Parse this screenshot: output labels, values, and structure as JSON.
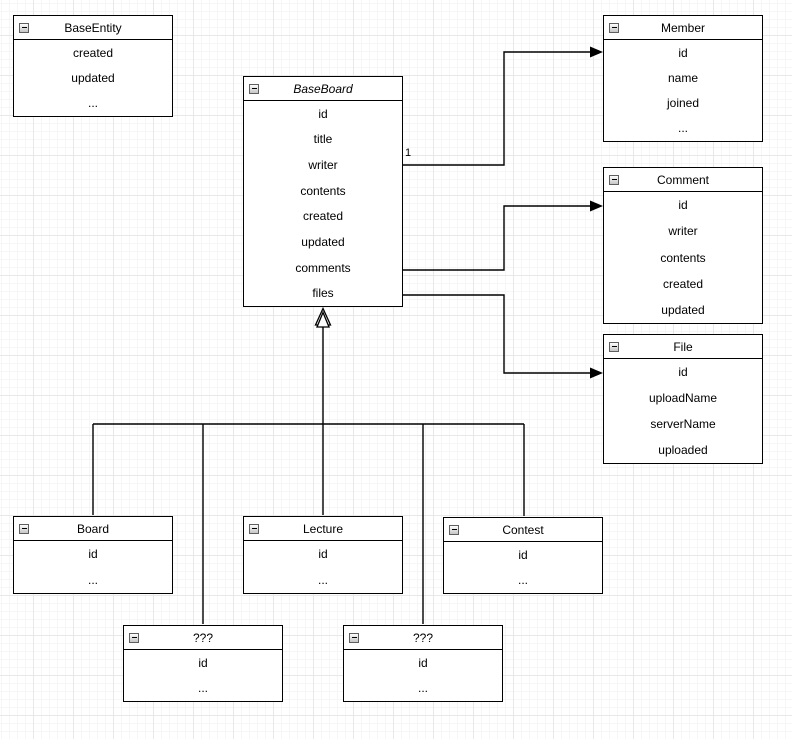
{
  "diagram": {
    "kind": "uml-class-diagram",
    "line_color": "#000000",
    "background_color": "#ffffff",
    "grid_major_color": "#e8e8e8",
    "grid_minor_color": "#f6f6f6",
    "icons": {
      "collapse_icon": "minus-square"
    },
    "entities": [
      {
        "name": "BaseEntity",
        "abstract": false,
        "fields": [
          "created",
          "updated",
          "..."
        ]
      },
      {
        "name": "BaseBoard",
        "abstract": true,
        "fields": [
          "id",
          "title",
          "writer",
          "contents",
          "created",
          "updated",
          "comments",
          "files"
        ]
      },
      {
        "name": "Member",
        "abstract": false,
        "fields": [
          "id",
          "name",
          "joined",
          "..."
        ]
      },
      {
        "name": "Comment",
        "abstract": false,
        "fields": [
          "id",
          "writer",
          "contents",
          "created",
          "updated"
        ]
      },
      {
        "name": "File",
        "abstract": false,
        "fields": [
          "id",
          "uploadName",
          "serverName",
          "uploaded"
        ]
      },
      {
        "name": "Board",
        "abstract": false,
        "fields": [
          "id",
          "..."
        ]
      },
      {
        "name": "Lecture",
        "abstract": false,
        "fields": [
          "id",
          "..."
        ]
      },
      {
        "name": "Contest",
        "abstract": false,
        "fields": [
          "id",
          "..."
        ]
      },
      {
        "name": "???",
        "abstract": false,
        "fields": [
          "id",
          "..."
        ]
      },
      {
        "name": "???",
        "abstract": false,
        "fields": [
          "id",
          "..."
        ]
      }
    ],
    "relations": [
      {
        "from": "BaseBoard",
        "to": "Member",
        "type": "association",
        "label": "1"
      },
      {
        "from": "BaseBoard",
        "to": "Comment",
        "type": "association",
        "label": ""
      },
      {
        "from": "BaseBoard",
        "to": "File",
        "type": "association",
        "label": ""
      },
      {
        "from": "Board",
        "to": "BaseBoard",
        "type": "generalization",
        "label": ""
      },
      {
        "from": "Lecture",
        "to": "BaseBoard",
        "type": "generalization",
        "label": ""
      },
      {
        "from": "Contest",
        "to": "BaseBoard",
        "type": "generalization",
        "label": ""
      },
      {
        "from": "???",
        "to": "BaseBoard",
        "type": "generalization",
        "label": ""
      },
      {
        "from": "???",
        "to": "BaseBoard",
        "type": "generalization",
        "label": ""
      }
    ]
  }
}
